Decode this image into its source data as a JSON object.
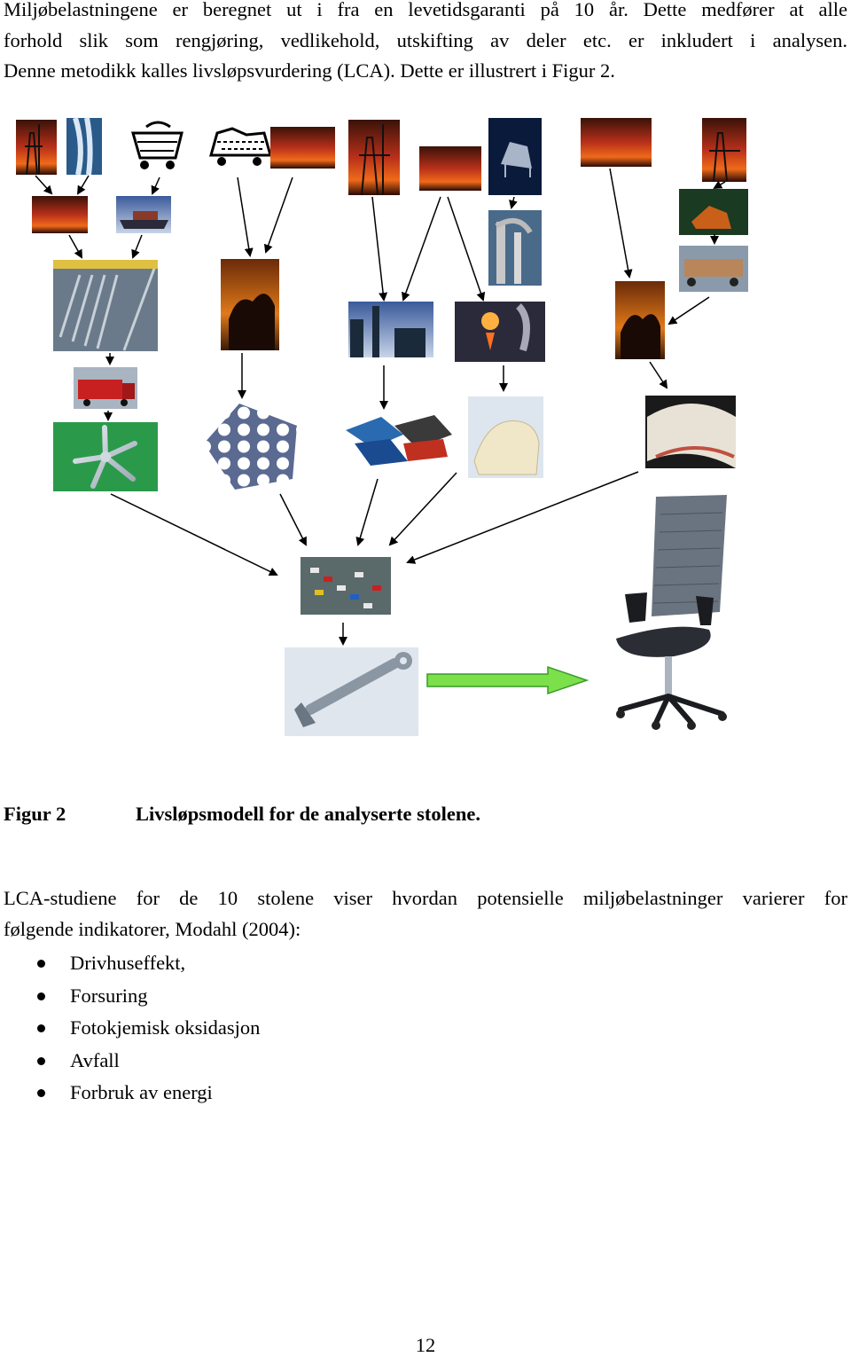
{
  "intro": {
    "lines": [
      "Miljøbelastningene er beregnet ut i fra en levetidsgaranti på 10 år.  Dette medfører at alle",
      "forhold slik som rengjøring, vedlikehold, utskifting av deler etc. er inkludert i analysen.",
      "Denne metodikk kalles livsløpsvurdering (LCA).  Dette er illustrert i Figur 2."
    ]
  },
  "figure": {
    "caption_label": "Figur 2",
    "caption_text": "Livsløpsmodell for de analyserte stolene.",
    "colors": {
      "arrow": "#000000",
      "big_arrow": "#7be04a",
      "big_arrow_outline": "#3a9a2a"
    }
  },
  "lca": {
    "lines": [
      "LCA-studiene for de 10 stolene viser hvordan potensielle miljøbelastninger varierer for",
      "følgende indikatorer, Modahl (2004):"
    ]
  },
  "indicators": [
    "Drivhuseffekt,",
    "Forsuring",
    "Fotokjemisk oksidasjon",
    "Avfall",
    "Forbruk av energi"
  ],
  "page_number": "12"
}
